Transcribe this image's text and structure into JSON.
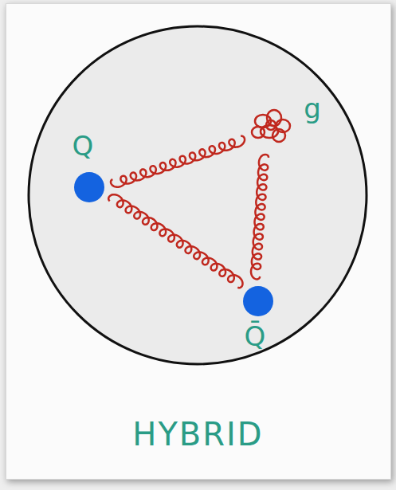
{
  "diagram": {
    "caption": "HYBRID",
    "nodes": [
      {
        "text": [
          "Q"
        ]
      },
      {
        "text": [
          "g"
        ]
      },
      {
        "text": [
          "Q̄"
        ]
      }
    ],
    "edges": [
      {
        "from": 0,
        "to": 1,
        "arrow": "none"
      },
      {
        "from": 1,
        "to": 2,
        "arrow": "none"
      },
      {
        "from": 2,
        "to": 0,
        "arrow": "none"
      }
    ]
  }
}
